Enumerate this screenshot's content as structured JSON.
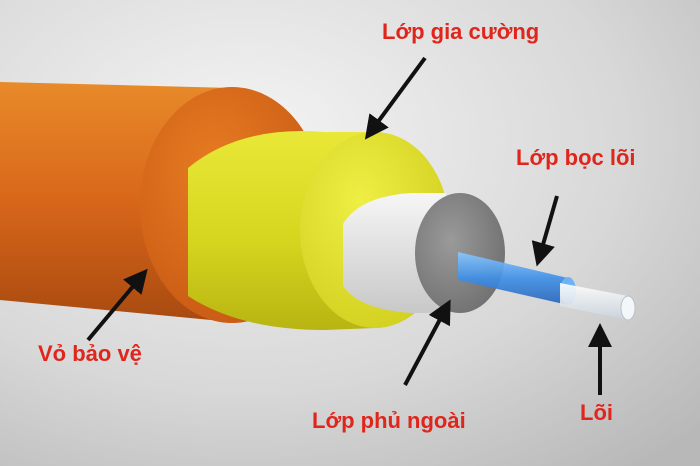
{
  "labels": {
    "reinforcement": "Lớp gia cường",
    "cladding": "Lớp bọc lõi",
    "jacket": "Vỏ bảo vệ",
    "coating": "Lớp phủ ngoài",
    "core": "Lõi"
  },
  "colors": {
    "label_text": "#e0261c",
    "jacket": "#e0741a",
    "reinforcement": "#e6e52a",
    "coating": "#e8e8e8",
    "buffer": "#8c8c8c",
    "cladding": "#4aa0e8",
    "core": "#eef2f6",
    "arrow": "#111111"
  }
}
